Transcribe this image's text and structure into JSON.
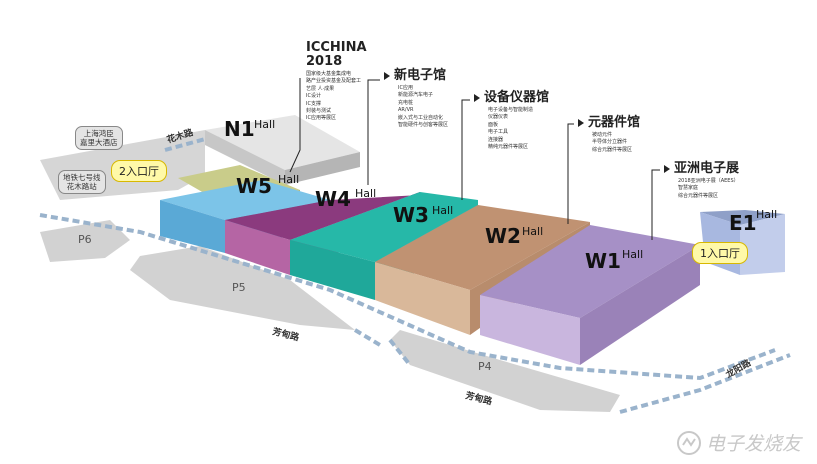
{
  "halls": {
    "n1": {
      "code": "N1",
      "word": "Hall"
    },
    "w5": {
      "code": "W5",
      "word": "Hall"
    },
    "w4": {
      "code": "W4",
      "word": "Hall"
    },
    "w3": {
      "code": "W3",
      "word": "Hall"
    },
    "w2": {
      "code": "W2",
      "word": "Hall"
    },
    "w1": {
      "code": "W1",
      "word": "Hall"
    },
    "e1": {
      "code": "E1",
      "word": "Hall"
    }
  },
  "annotations": {
    "icchina": {
      "title_line1": "ICCHINA",
      "title_line2": "2018",
      "items": [
        "国家级大基金集成电",
        "路产业投资基金及配套工",
        "艺层 人·成果",
        "IC设计",
        "IC支撑",
        "封装与测试",
        "IC应用等展区"
      ]
    },
    "new_electronics": {
      "title": "新电子馆",
      "items": [
        "IC应用",
        "新能源汽车电子",
        "充电桩",
        "AR/VR",
        "嵌入式与工业自动化",
        "智能硬件与创客等展区"
      ]
    },
    "equipment": {
      "title": "设备仪器馆",
      "items": [
        "电子设备与智能制造",
        "仪器仪表",
        "面板",
        "电子工具",
        "连接器",
        "精纯元器件等展区"
      ]
    },
    "components": {
      "title": "元器件馆",
      "items": [
        "被动元件",
        "半导体分立器件",
        "综合元器件等展区"
      ]
    },
    "asia": {
      "title": "亚洲电子展",
      "items": [
        "2018亚洲电子展（AEES）",
        "智慧家庭",
        "综合元器件等展区"
      ]
    }
  },
  "entrances": {
    "e2": "2入口厅",
    "e1": "1入口厅"
  },
  "landmarks": {
    "hotel": [
      "上海鸿臣",
      "嘉里大酒店"
    ],
    "metro": [
      "地铁七号线",
      "花木路站"
    ]
  },
  "roads": {
    "huamu": "花木路",
    "fangdian_1": "芳甸路",
    "fangdian_2": "芳甸路",
    "longyang": "龙阳路"
  },
  "lots": {
    "p6": "P6",
    "p5": "P5",
    "p4": "P4"
  },
  "watermark": "电子发烧友",
  "colors": {
    "w5_front": "#5aa9d6",
    "w5_top": "#7cc4e8",
    "w4_front": "#b565a4",
    "w4_top": "#8b3a7e",
    "w3_front": "#1fa89a",
    "w3_top": "#26b8a8",
    "w2_front": "#d9b89a",
    "w2_top": "#c09272",
    "w1_front": "#c9b6de",
    "w1_top": "#a690c6",
    "n1": "#d9d9d9",
    "yellow_green": "#c9cc8a",
    "e1": "#a8b8e0"
  }
}
